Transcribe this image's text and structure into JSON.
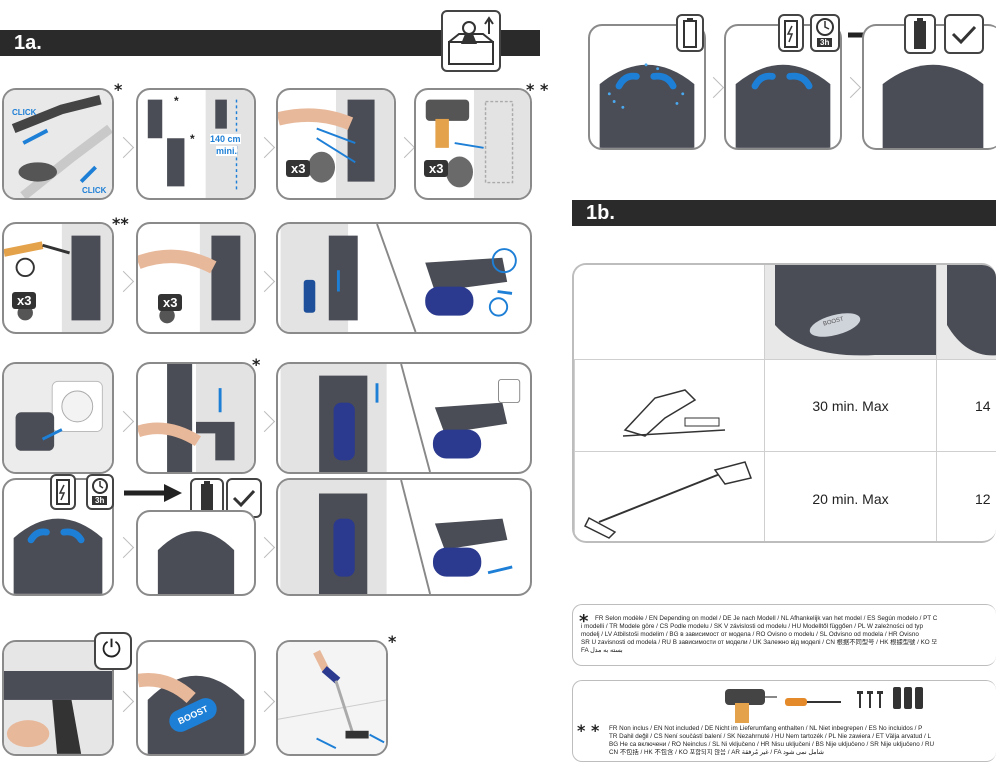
{
  "sections": {
    "s1a": "1a.",
    "s1b": "1b."
  },
  "labels": {
    "click_1": "CLICK",
    "click_2": "CLICK",
    "height_value": "140 cm",
    "height_suffix": "mini.",
    "x3_a": "x3",
    "x3_b": "x3",
    "x3_c": "x3",
    "x3_d": "x3",
    "charge_time_1": "3h",
    "charge_time_2": "3h",
    "boost_1": "BOOST",
    "boost_2": "BOOST",
    "power_symbol": "⏻"
  },
  "markers": {
    "single": "*",
    "double": "* *",
    "double_tight": "**"
  },
  "table": {
    "rows": [
      {
        "col1": "30 min. Max",
        "col2": "14"
      },
      {
        "col1": "20 min. Max",
        "col2": "12"
      }
    ]
  },
  "notes": {
    "single_lines": [
      "FR Selon modèle / EN Depending on model / DE Je nach Modell / NL Afhankelijk van het model / ES Según modelo / PT C",
      "i modelli / TR Modele göre / CS Podle modelu / SK V závislosti od modelu / HU Modelltől függően / PL W zależności od typ",
      "modelj / LV Atbilstoši modelim / BG в зависимост от модела / RO Ovisno o modelu / SL Odvisno od modela / HR Ovisno",
      "SR U zavisnosti od modela / RU В зависимости от модели / UK Залежно від моделі / CN 根据不同型号 / HK 根據型號 / KO 모",
      "FA بسته به مدل"
    ],
    "double_lines": [
      "FR Non inclus / EN Not included / DE Nicht im Lieferumfang enthalten / NL Niet inbegrepen / ES No incluidos / P",
      "TR Dahil değil / CS Není součástí balení / SK Nezahrnuté / HU Nem tartozék / PL Nie zawiera / ET Välja arvatud / L",
      "BG Не са включени / RO Neinclus / SL Ni vključeno / HR Nisu uključeni / BS Nije uključeno / SR Nije uključeno / RU",
      "CN 不包括 / HK 不包含 / KO 포함되지 않음 / AR غير مُرفقة / FA شامل نمی شود"
    ]
  },
  "icons": {
    "battery_empty": "battery-empty-icon",
    "battery_charging": "battery-charging-icon",
    "battery_full": "battery-full-icon",
    "clock": "clock-icon",
    "checkmark": "checkmark-icon",
    "arrow": "arrow-right-icon",
    "power": "power-icon",
    "unbox": "unbox-person-icon"
  },
  "colors": {
    "accent_blue": "#1e7fd6",
    "device_gray": "#4a4d55",
    "bar": "#2a2a2a"
  }
}
